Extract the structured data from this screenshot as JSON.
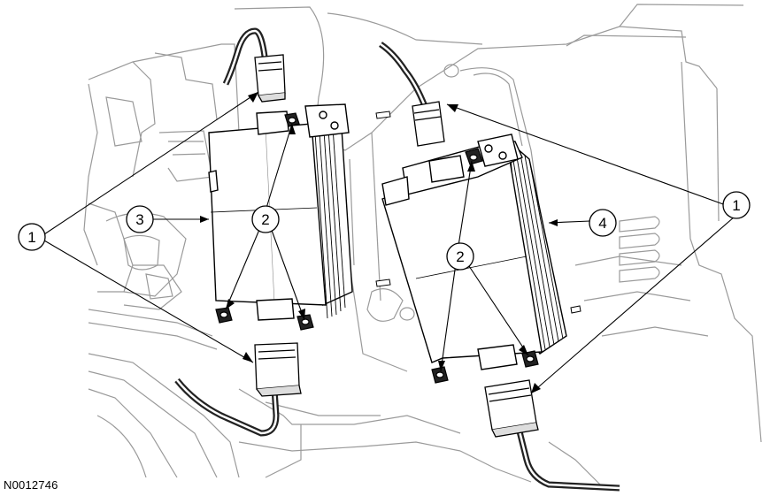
{
  "figure_id": "N0012746",
  "callouts": {
    "c1_left": "1",
    "c1_right": "1",
    "c2_left": "2",
    "c2_right": "2",
    "c3": "3",
    "c4": "4"
  }
}
